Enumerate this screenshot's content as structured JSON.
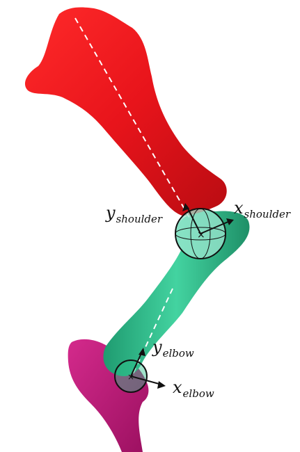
{
  "labels": {
    "y_shoulder": {
      "symbol": "y",
      "subscript": "shoulder"
    },
    "x_shoulder": {
      "symbol": "x",
      "subscript": "shoulder"
    },
    "y_elbow": {
      "symbol": "y",
      "subscript": "elbow"
    },
    "x_elbow": {
      "symbol": "x",
      "subscript": "elbow"
    }
  },
  "colors": {
    "scapula": "#e8141b",
    "humerus": "#2ec08c",
    "forearm": "#c2197a",
    "joint_fill": "#9fe8d2",
    "axis_line": "#111111",
    "dashed_line": "#ffffff"
  }
}
